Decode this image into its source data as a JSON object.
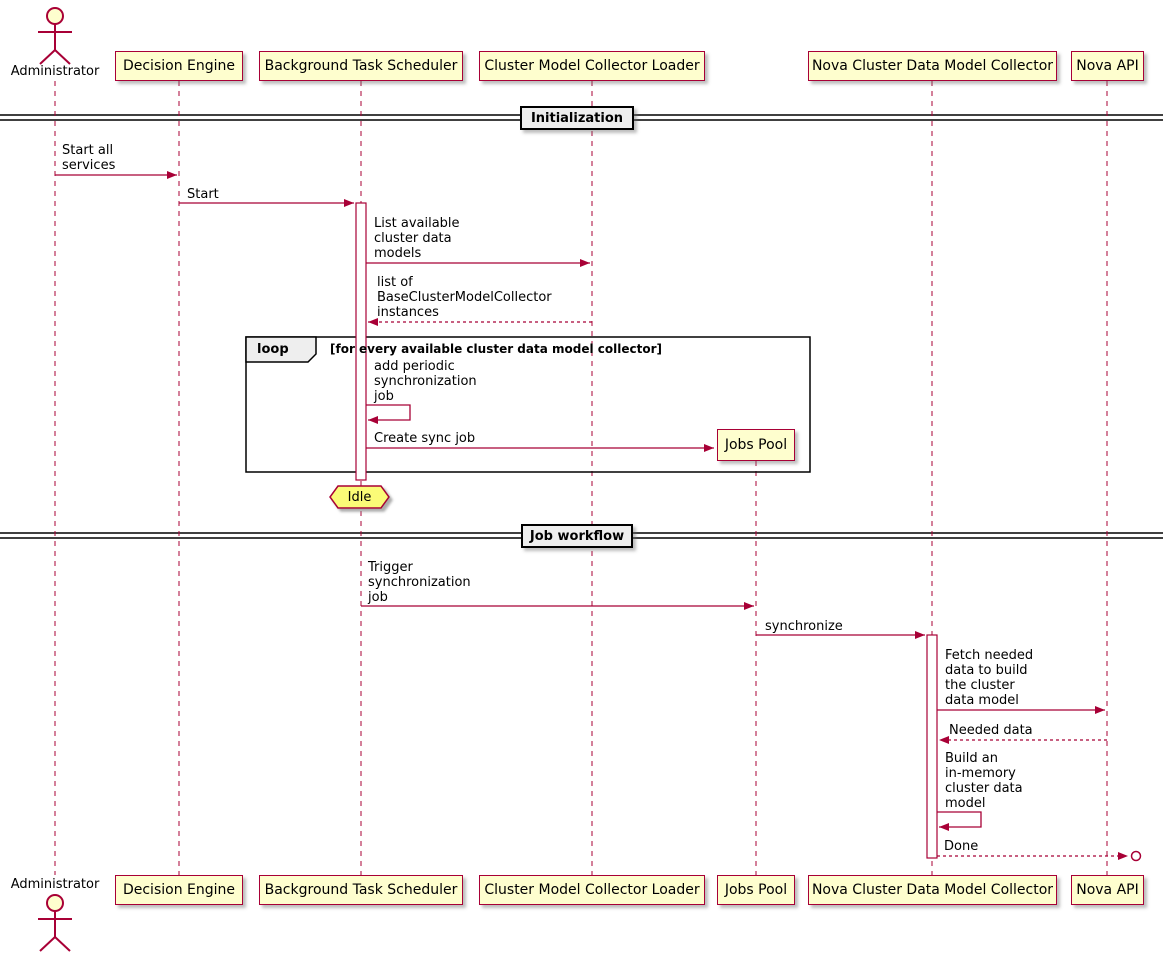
{
  "diagram": {
    "actor": {
      "label": "Administrator"
    },
    "participants": [
      {
        "label": "Decision Engine"
      },
      {
        "label": "Background Task Scheduler"
      },
      {
        "label": "Cluster Model Collector Loader"
      },
      {
        "label": "Jobs Pool"
      },
      {
        "label": "Nova Cluster Data Model Collector"
      },
      {
        "label": "Nova API"
      }
    ],
    "dividers": [
      {
        "label": "Initialization"
      },
      {
        "label": "Job workflow"
      }
    ],
    "loop_frame": {
      "keyword": "loop",
      "condition": "[for every available cluster data model collector]"
    },
    "messages": [
      {
        "text": "Start all\nservices"
      },
      {
        "text": "Start"
      },
      {
        "text": "List available\ncluster data\nmodels"
      },
      {
        "text": "list of\nBaseClusterModelCollector\ninstances"
      },
      {
        "text": "add periodic\nsynchronization\njob"
      },
      {
        "text": "Create sync job"
      },
      {
        "text": "Trigger\nsynchronization\njob"
      },
      {
        "text": "synchronize"
      },
      {
        "text": "Fetch needed\ndata to build\nthe cluster\ndata model"
      },
      {
        "text": "Needed data"
      },
      {
        "text": "Build an\nin-memory\ncluster data\nmodel"
      },
      {
        "text": "Done"
      }
    ],
    "state_note": {
      "label": "Idle"
    },
    "colors": {
      "participant_fill": "#FEFECE",
      "stroke": "#A80036",
      "note_fill": "#FBFB77",
      "frame_border": "#000000",
      "divider_fill": "#EEEEEE"
    }
  }
}
